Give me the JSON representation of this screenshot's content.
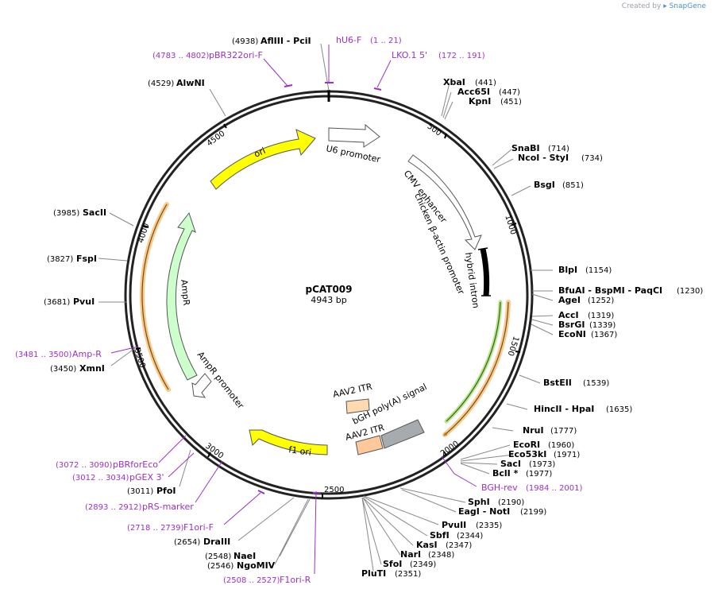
{
  "credit": {
    "prefix": "Created by",
    "brand": "SnapGene"
  },
  "plasmid": {
    "name": "pCAT009",
    "size_label": "4943 bp"
  },
  "ticks": [
    "500",
    "1000",
    "1500",
    "2000",
    "2500",
    "3000",
    "3500",
    "4000",
    "4500"
  ],
  "sites": [
    {
      "pos": "(4938)",
      "name": "AflIII  - PciI"
    },
    {
      "pos": "(4529)",
      "name": "AlwNI"
    },
    {
      "pos": "(441)",
      "name": "XbaI"
    },
    {
      "pos": "(447)",
      "name": "Acc65I"
    },
    {
      "pos": "(451)",
      "name": "KpnI"
    },
    {
      "pos": "(714)",
      "name": "SnaBI"
    },
    {
      "pos": "(734)",
      "name": "NcoI  - StyI"
    },
    {
      "pos": "(851)",
      "name": "BsgI"
    },
    {
      "pos": "(1154)",
      "name": "BlpI"
    },
    {
      "pos": "(1230)",
      "name": "BfuAI  - BspMI  - PaqCI"
    },
    {
      "pos": "(1252)",
      "name": "AgeI"
    },
    {
      "pos": "(1319)",
      "name": "AccI"
    },
    {
      "pos": "(1339)",
      "name": "BsrGI"
    },
    {
      "pos": "(1367)",
      "name": "EcoNI"
    },
    {
      "pos": "(1539)",
      "name": "BstEII"
    },
    {
      "pos": "(1635)",
      "name": "HincII  - HpaI"
    },
    {
      "pos": "(1777)",
      "name": "NruI"
    },
    {
      "pos": "(1960)",
      "name": "EcoRI"
    },
    {
      "pos": "(1971)",
      "name": "Eco53kI"
    },
    {
      "pos": "(1973)",
      "name": "SacI"
    },
    {
      "pos": "(1977)",
      "name": "BclI *"
    },
    {
      "pos": "(2190)",
      "name": "SphI"
    },
    {
      "pos": "(2199)",
      "name": "EagI  - NotI"
    },
    {
      "pos": "(2335)",
      "name": "PvuII"
    },
    {
      "pos": "(2344)",
      "name": "SbfI"
    },
    {
      "pos": "(2347)",
      "name": "KasI"
    },
    {
      "pos": "(2348)",
      "name": "NarI"
    },
    {
      "pos": "(2349)",
      "name": "SfoI"
    },
    {
      "pos": "(2351)",
      "name": "PluTI"
    },
    {
      "pos": "(2546)",
      "name": "NgoMIV"
    },
    {
      "pos": "(2548)",
      "name": "NaeI"
    },
    {
      "pos": "(2654)",
      "name": "DraIII"
    },
    {
      "pos": "(3011)",
      "name": "PfoI"
    },
    {
      "pos": "(3450)",
      "name": "XmnI"
    },
    {
      "pos": "(3681)",
      "name": "PvuI"
    },
    {
      "pos": "(3827)",
      "name": "FspI"
    },
    {
      "pos": "(3985)",
      "name": "SacII"
    }
  ],
  "primers": [
    {
      "name": "hU6-F",
      "pos": "(1 .. 21)"
    },
    {
      "name": "LKO.1 5'",
      "pos": "(172 .. 191)"
    },
    {
      "name": "pBR322ori-F",
      "pos": "(4783 .. 4802)"
    },
    {
      "name": "Amp-R",
      "pos": "(3481 .. 3500)"
    },
    {
      "name": "pBRforEco",
      "pos": "(3072 .. 3090)"
    },
    {
      "name": "pGEX 3'",
      "pos": "(3012 .. 3034)"
    },
    {
      "name": "pRS-marker",
      "pos": "(2893 .. 2912)"
    },
    {
      "name": "F1ori-F",
      "pos": "(2718 .. 2739)"
    },
    {
      "name": "F1ori-R",
      "pos": "(2508 .. 2527)"
    },
    {
      "name": "BGH-rev",
      "pos": "(1984 .. 2001)"
    }
  ],
  "features": [
    {
      "label": "ori",
      "color": "#ffff00"
    },
    {
      "label": "U6 promoter",
      "color": "#ffffff"
    },
    {
      "label": "CMV enhancer",
      "color": "#ffffff"
    },
    {
      "label": "chicken β-actin promoter",
      "color": "#ffffff"
    },
    {
      "label": "hybrid intron",
      "color": "#000000"
    },
    {
      "label": "AmpR",
      "color": "#ccffcc"
    },
    {
      "label": "AmpR promoter",
      "color": "#ffffff"
    },
    {
      "label": "f1 ori",
      "color": "#ffff00"
    },
    {
      "label": "AAV2 ITR",
      "color": "#ffdab0"
    },
    {
      "label": "AAV2 ITR",
      "color": "#ffc89a"
    },
    {
      "label": "bGH poly(A) signal",
      "color": "#a6abb0"
    }
  ],
  "colors": {
    "primer": "#9b30c8",
    "backbone": "#000000",
    "orf_highlight": "#f7c98a"
  }
}
